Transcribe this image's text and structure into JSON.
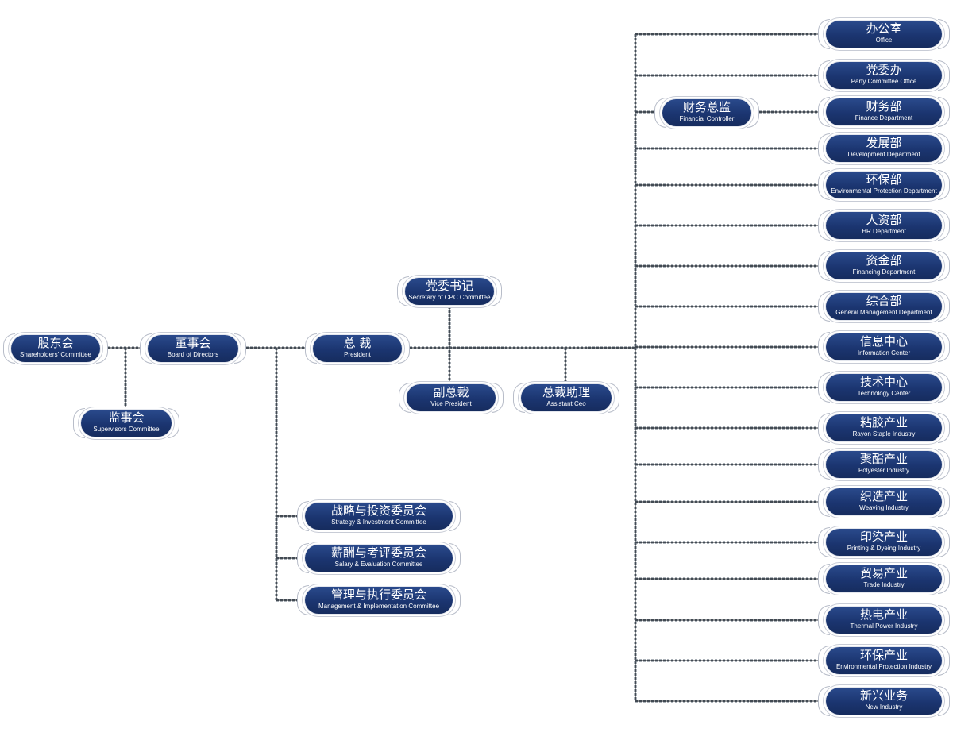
{
  "nodes": {
    "shareholders": {
      "zh": "股东会",
      "en": "Shareholders' Committee"
    },
    "board": {
      "zh": "董事会",
      "en": "Board of Directors"
    },
    "supervisors": {
      "zh": "监事会",
      "en": "Supervisors Committee"
    },
    "president": {
      "zh": "总 裁",
      "en": "President"
    },
    "party_secretary": {
      "zh": "党委书记",
      "en": "Secretary of CPC Committee"
    },
    "vice_president": {
      "zh": "副总裁",
      "en": "Vice President"
    },
    "assistant_ceo": {
      "zh": "总裁助理",
      "en": "Assistant Ceo"
    },
    "financial_controller": {
      "zh": "财务总监",
      "en": "Financial Controller"
    },
    "strategy": {
      "zh": "战略与投资委员会",
      "en": "Strategy & Investment Committee"
    },
    "salary": {
      "zh": "薪酬与考评委员会",
      "en": "Salary & Evaluation Committee"
    },
    "management": {
      "zh": "管理与执行委员会",
      "en": "Management & Implementation Committee"
    },
    "departments": [
      {
        "zh": "办公室",
        "en": "Office"
      },
      {
        "zh": "党委办",
        "en": "Party Committee Office"
      },
      {
        "zh": "财务部",
        "en": "Finance Department"
      },
      {
        "zh": "发展部",
        "en": "Development Department"
      },
      {
        "zh": "环保部",
        "en": "Environmental Protection Department"
      },
      {
        "zh": "人资部",
        "en": "HR Department"
      },
      {
        "zh": "资金部",
        "en": "Financing Department"
      },
      {
        "zh": "综合部",
        "en": "General Management Department"
      },
      {
        "zh": "信息中心",
        "en": "Information Center"
      },
      {
        "zh": "技术中心",
        "en": "Technology Center"
      },
      {
        "zh": "粘胶产业",
        "en": "Rayon Staple Industry"
      },
      {
        "zh": "聚酯产业",
        "en": "Polyester Industry"
      },
      {
        "zh": "织造产业",
        "en": "Weaving Industry"
      },
      {
        "zh": "印染产业",
        "en": "Printing & Dyeing Industry"
      },
      {
        "zh": "贸易产业",
        "en": "Trade Industry"
      },
      {
        "zh": "热电产业",
        "en": "Thermal Power Industry"
      },
      {
        "zh": "环保产业",
        "en": "Environmental Protection Industry"
      },
      {
        "zh": "新兴业务",
        "en": "New Industry"
      }
    ]
  }
}
